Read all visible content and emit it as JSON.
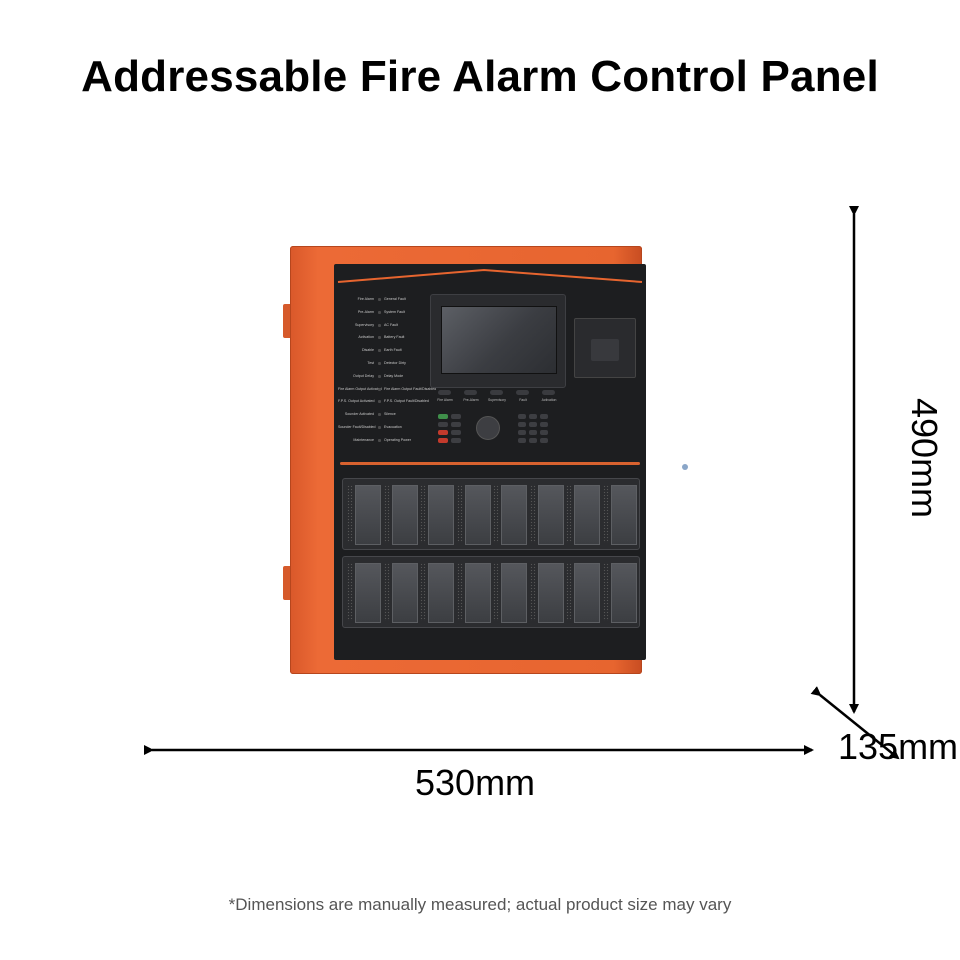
{
  "header": {
    "title": "Addressable Fire Alarm Control Panel"
  },
  "panel": {
    "left_labels": [
      "Fire Alarm",
      "Pre-Alarm",
      "Supervisory",
      "Activation",
      "Disable",
      "Test",
      "Output Delay",
      "Fire Alarm Output Activated",
      "F.P.S. Output Activated",
      "Sounder Activated",
      "Sounder Fault/Disabled",
      "Maintenance"
    ],
    "right_labels": [
      "General Fault",
      "System Fault",
      "AC Fault",
      "Battery Fault",
      "Earth Fault",
      "Detector Dirty",
      "Delay Mode",
      "Fire Alarm Output Fault/Disabled",
      "F.P.S. Output Fault/Disabled",
      "Silence",
      "Evacuation",
      "Operating Power"
    ],
    "soft_keys": [
      "Fire Alarm",
      "Pre-Alarm",
      "Supervisory",
      "Fault",
      "Activation"
    ],
    "accent_color": "#e7652f",
    "face_color": "#1d1e20"
  },
  "dimensions": {
    "width": "530mm",
    "height": "490mm",
    "depth": "135mm"
  },
  "footer": {
    "note": "*Dimensions are manually measured; actual product size may vary"
  }
}
